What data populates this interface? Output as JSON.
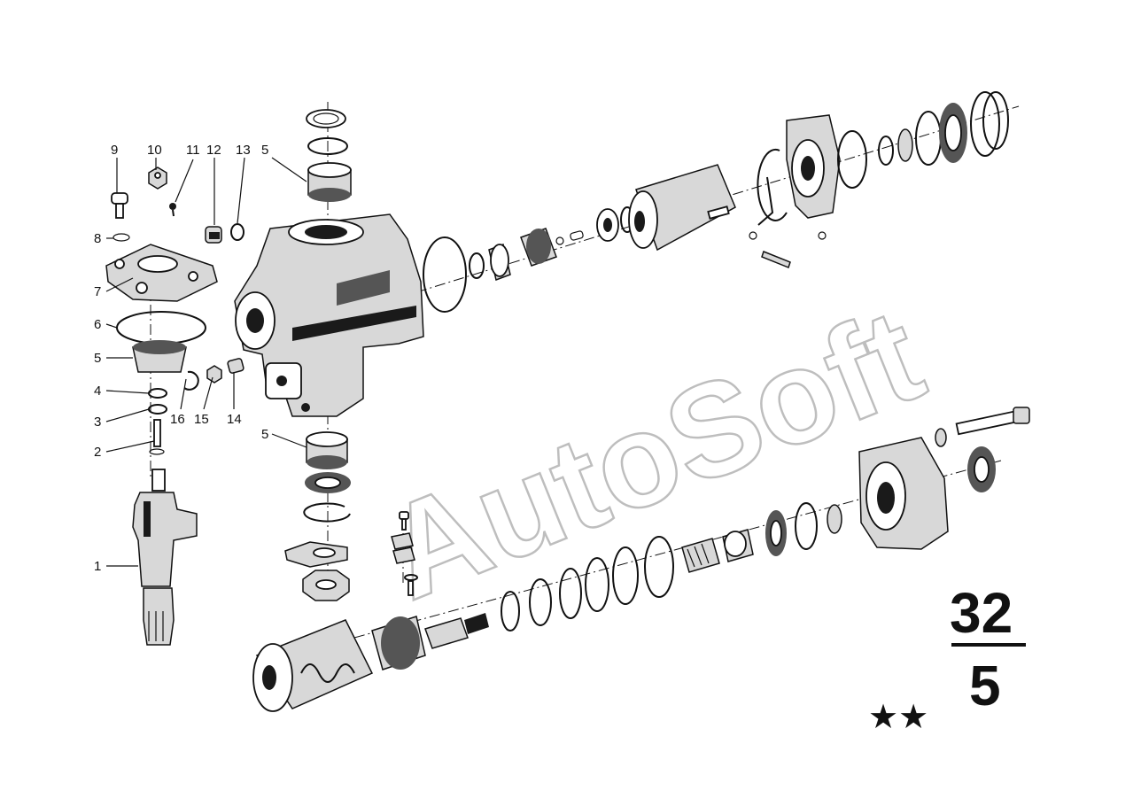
{
  "watermark": "AutoSoft",
  "group": {
    "main": "32",
    "sub": "5"
  },
  "stars": "★★",
  "labels": {
    "p9": "9",
    "p10": "10",
    "p11": "11",
    "p12": "12",
    "p13": "13",
    "p5a": "5",
    "p8": "8",
    "p7": "7",
    "p6": "6",
    "p5b": "5",
    "p4": "4",
    "p3": "3",
    "p2": "2",
    "p1": "1",
    "p16": "16",
    "p15": "15",
    "p14": "14",
    "p5c": "5"
  }
}
